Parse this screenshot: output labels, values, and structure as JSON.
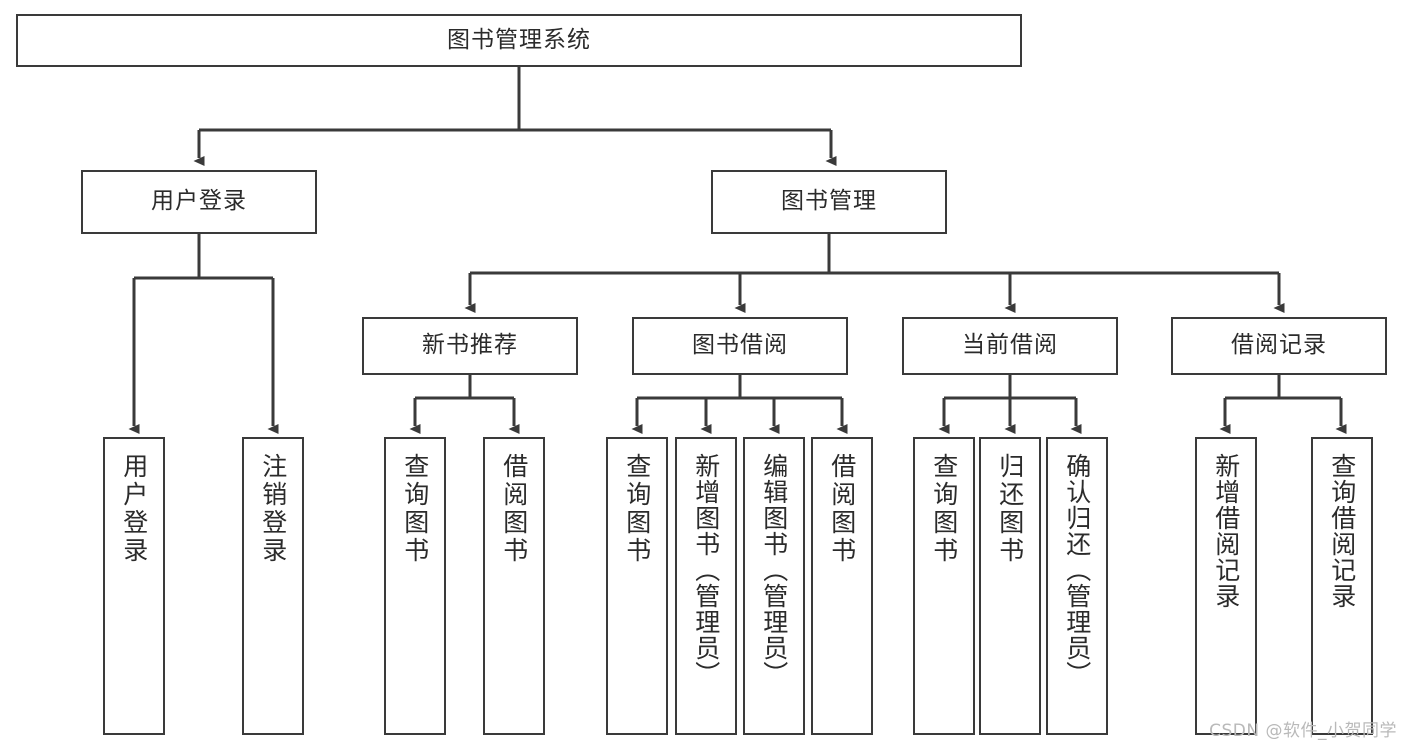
{
  "diagram": {
    "title": "图书管理系统",
    "type": "tree-hierarchy",
    "watermark": "CSDN @软件_小贺同学",
    "colors": {
      "box_border": "#3a3a3a",
      "box_fill": "#ffffff",
      "edge": "#3a3a3a",
      "text": "#2b2b2b",
      "watermark": "#b9b9b9",
      "background": "#ffffff"
    },
    "root": {
      "id": "root",
      "label": "图书管理系统",
      "orientation": "horizontal"
    },
    "level2": [
      {
        "id": "user-login",
        "label": "用户登录",
        "orientation": "horizontal"
      },
      {
        "id": "book-manage",
        "label": "图书管理",
        "orientation": "horizontal"
      }
    ],
    "level3": [
      {
        "id": "new-book-recommend",
        "label": "新书推荐",
        "orientation": "horizontal",
        "parent": "book-manage"
      },
      {
        "id": "book-borrow",
        "label": "图书借阅",
        "orientation": "horizontal",
        "parent": "book-manage"
      },
      {
        "id": "current-borrow",
        "label": "当前借阅",
        "orientation": "horizontal",
        "parent": "book-manage"
      },
      {
        "id": "borrow-record",
        "label": "借阅记录",
        "orientation": "horizontal",
        "parent": "book-manage"
      }
    ],
    "leaves": [
      {
        "id": "leaf-user-login",
        "label": "用户登录",
        "parent": "user-login",
        "orientation": "vertical"
      },
      {
        "id": "leaf-logout-login",
        "label": "注销登录",
        "parent": "user-login",
        "orientation": "vertical"
      },
      {
        "id": "leaf-query-book-1",
        "label": "查询图书",
        "parent": "new-book-recommend",
        "orientation": "vertical"
      },
      {
        "id": "leaf-borrow-book-1",
        "label": "借阅图书",
        "parent": "new-book-recommend",
        "orientation": "vertical"
      },
      {
        "id": "leaf-query-book-2",
        "label": "查询图书",
        "parent": "book-borrow",
        "orientation": "vertical"
      },
      {
        "id": "leaf-add-book",
        "label": "新增图书（管理员）",
        "parent": "book-borrow",
        "orientation": "vertical"
      },
      {
        "id": "leaf-edit-book",
        "label": "编辑图书（管理员）",
        "parent": "book-borrow",
        "orientation": "vertical"
      },
      {
        "id": "leaf-borrow-book-2",
        "label": "借阅图书",
        "parent": "book-borrow",
        "orientation": "vertical"
      },
      {
        "id": "leaf-query-book-3",
        "label": "查询图书",
        "parent": "current-borrow",
        "orientation": "vertical"
      },
      {
        "id": "leaf-return-book",
        "label": "归还图书",
        "parent": "current-borrow",
        "orientation": "vertical"
      },
      {
        "id": "leaf-confirm-return",
        "label": "确认归还（管理员）",
        "parent": "current-borrow",
        "orientation": "vertical"
      },
      {
        "id": "leaf-add-record",
        "label": "新增借阅记录",
        "parent": "borrow-record",
        "orientation": "vertical"
      },
      {
        "id": "leaf-query-record",
        "label": "查询借阅记录",
        "parent": "borrow-record",
        "orientation": "vertical"
      }
    ]
  }
}
